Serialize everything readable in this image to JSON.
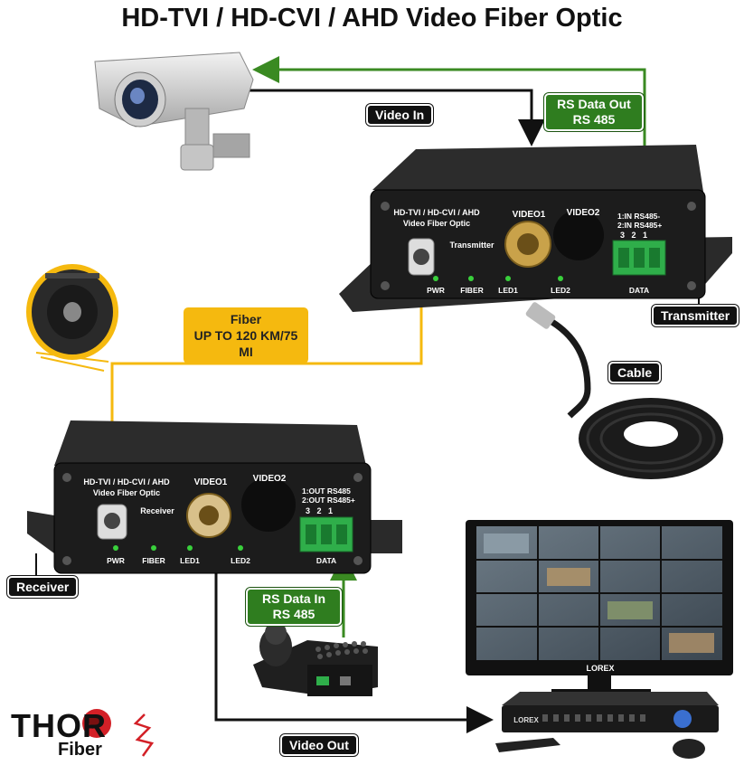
{
  "title": "HD-TVI / HD-CVI / AHD Video Fiber Optic",
  "labels": {
    "video_in": "Video In",
    "rs_out_line1": "RS Data Out",
    "rs_out_line2": "RS 485",
    "transmitter": "Transmitter",
    "fiber_line1": "Fiber",
    "fiber_line2": "UP TO 120 KM/75 MI",
    "cable": "Cable",
    "receiver": "Receiver",
    "rs_in_line1": "RS Data In",
    "rs_in_line2": "RS 485",
    "video_out": "Video Out"
  },
  "transmitter_panel": {
    "name_line1": "HD-TVI / HD-CVI / AHD",
    "name_line2": "Video Fiber Optic",
    "mode": "Transmitter",
    "video01": "VIDEO1",
    "video02": "VIDEO2",
    "term_line1": "1:IN RS485-",
    "term_line2": "2:IN RS485+",
    "term_nums": "3   2   1",
    "pwr": "PWR",
    "fiber": "FIBER",
    "led1": "LED1",
    "led2": "LED2",
    "data": "DATA"
  },
  "receiver_panel": {
    "name_line1": "HD-TVI / HD-CVI / AHD",
    "name_line2": "Video Fiber Optic",
    "mode": "Receiver",
    "video01": "VIDEO1",
    "video02": "VIDEO2",
    "term_line1": "1:OUT RS485",
    "term_line2": "2:OUT RS485+",
    "term_nums": "3   2   1",
    "pwr": "PWR",
    "fiber": "FIBER",
    "led1": "LED1",
    "led2": "LED2",
    "data": "DATA"
  },
  "brand": {
    "name": "THOR",
    "sub": "Fiber",
    "monitor_brand": "LOREX",
    "dvr_brand": "LOREX"
  },
  "colors": {
    "green_line": "#3a8a22",
    "yellow_line": "#f5b90f",
    "black_line": "#111111",
    "device_body": "#1c1c1c",
    "terminal_green": "#2fae4a",
    "brand_red": "#d32027"
  }
}
